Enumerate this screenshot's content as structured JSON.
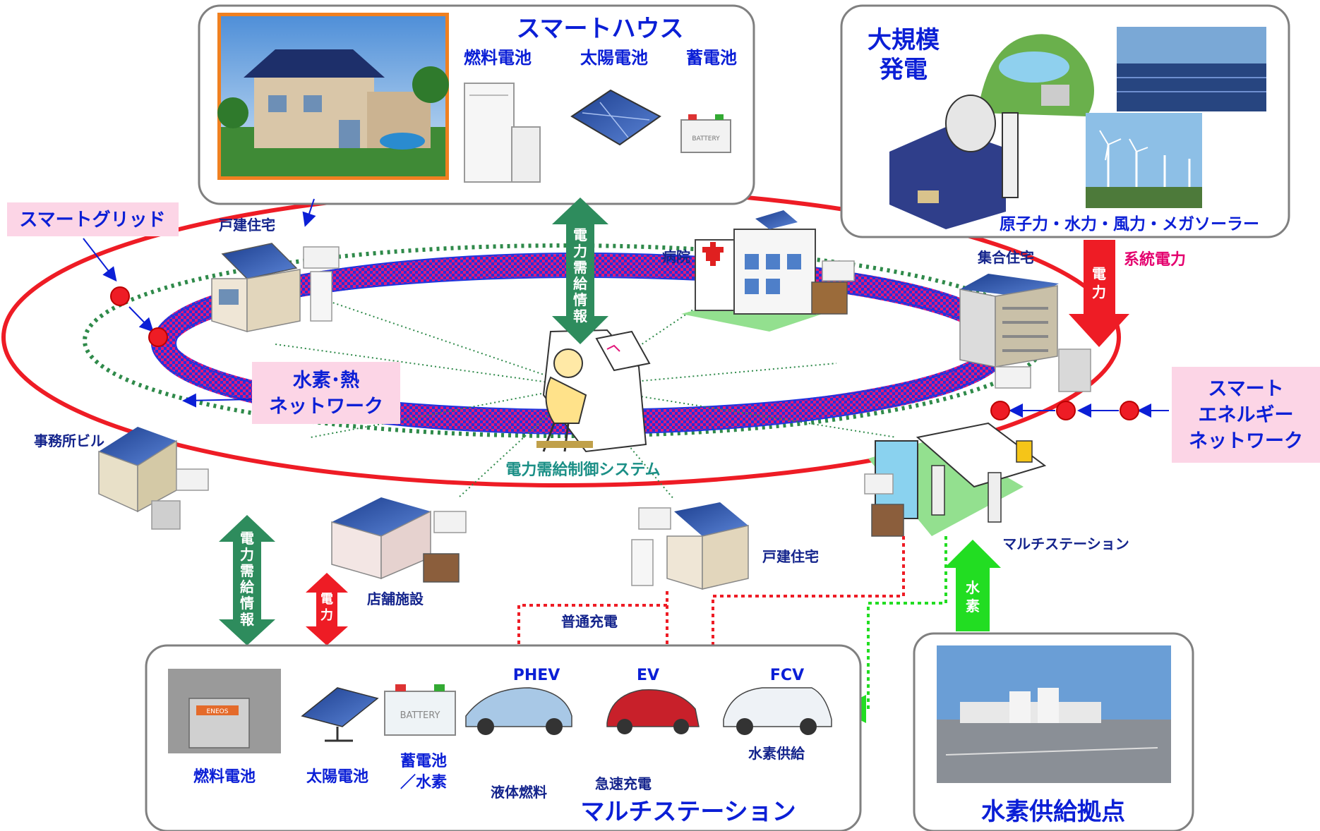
{
  "smart_house": {
    "title": "スマートハウス",
    "fuel_cell": "燃料電池",
    "solar_cell": "太陽電池",
    "storage_battery": "蓄電池",
    "battery_label": "BATTERY"
  },
  "large_scale": {
    "title_line1": "大規模",
    "title_line2": "発電",
    "sources": "原子力・水力・風力・メガソーラー",
    "grid_power": "系統電力",
    "power_arrow": [
      "電",
      "力"
    ]
  },
  "labels": {
    "smart_grid": "スマートグリッド",
    "hydrogen_heat_line1": "水素･熱",
    "hydrogen_heat_line2": "ネットワーク",
    "smart_energy_line1": "スマート",
    "smart_energy_line2": "エネルギー",
    "smart_energy_line3": "ネットワーク",
    "control_system": "電力需給制御システム"
  },
  "buildings": {
    "house_top": "戸建住宅",
    "hospital": "病院",
    "apartment": "集合住宅",
    "office": "事務所ビル",
    "store": "店舗施設",
    "house_bottom": "戸建住宅",
    "multi_station": "マルチステーション"
  },
  "arrows": {
    "info_top": [
      "電",
      "力",
      "需",
      "給",
      "情",
      "報"
    ],
    "info_left": [
      "電",
      "力",
      "需",
      "給",
      "情",
      "報"
    ],
    "power_left": [
      "電",
      "力"
    ],
    "hydrogen": [
      "水",
      "素"
    ]
  },
  "charging": {
    "normal": "普通充電",
    "quick": "急速充電",
    "liquid_fuel": "液体燃料",
    "hydrogen_supply": "水素供給"
  },
  "multi_station_box": {
    "title": "マルチステーション",
    "fuel_cell": "燃料電池",
    "solar_cell": "太陽電池",
    "battery_line1": "蓄電池",
    "battery_line2": "／水素",
    "phev": "PHEV",
    "ev": "EV",
    "fcv": "FCV",
    "battery_label": "BATTERY",
    "enefarm_label": "ENEOS"
  },
  "hydrogen_base": {
    "title": "水素供給拠点"
  },
  "colors": {
    "grid_red": "#ee1c25",
    "dotted_green": "#2f8a4a",
    "checker_blue": "#2233dd",
    "checker_pink": "#e2187a",
    "arrow_green": "#2e8c5d",
    "arrow_red": "#ee1c25",
    "arrow_lime": "#22dd22",
    "label_pink_bg": "#fcd5e6",
    "title_blue": "#0b1fd6"
  }
}
